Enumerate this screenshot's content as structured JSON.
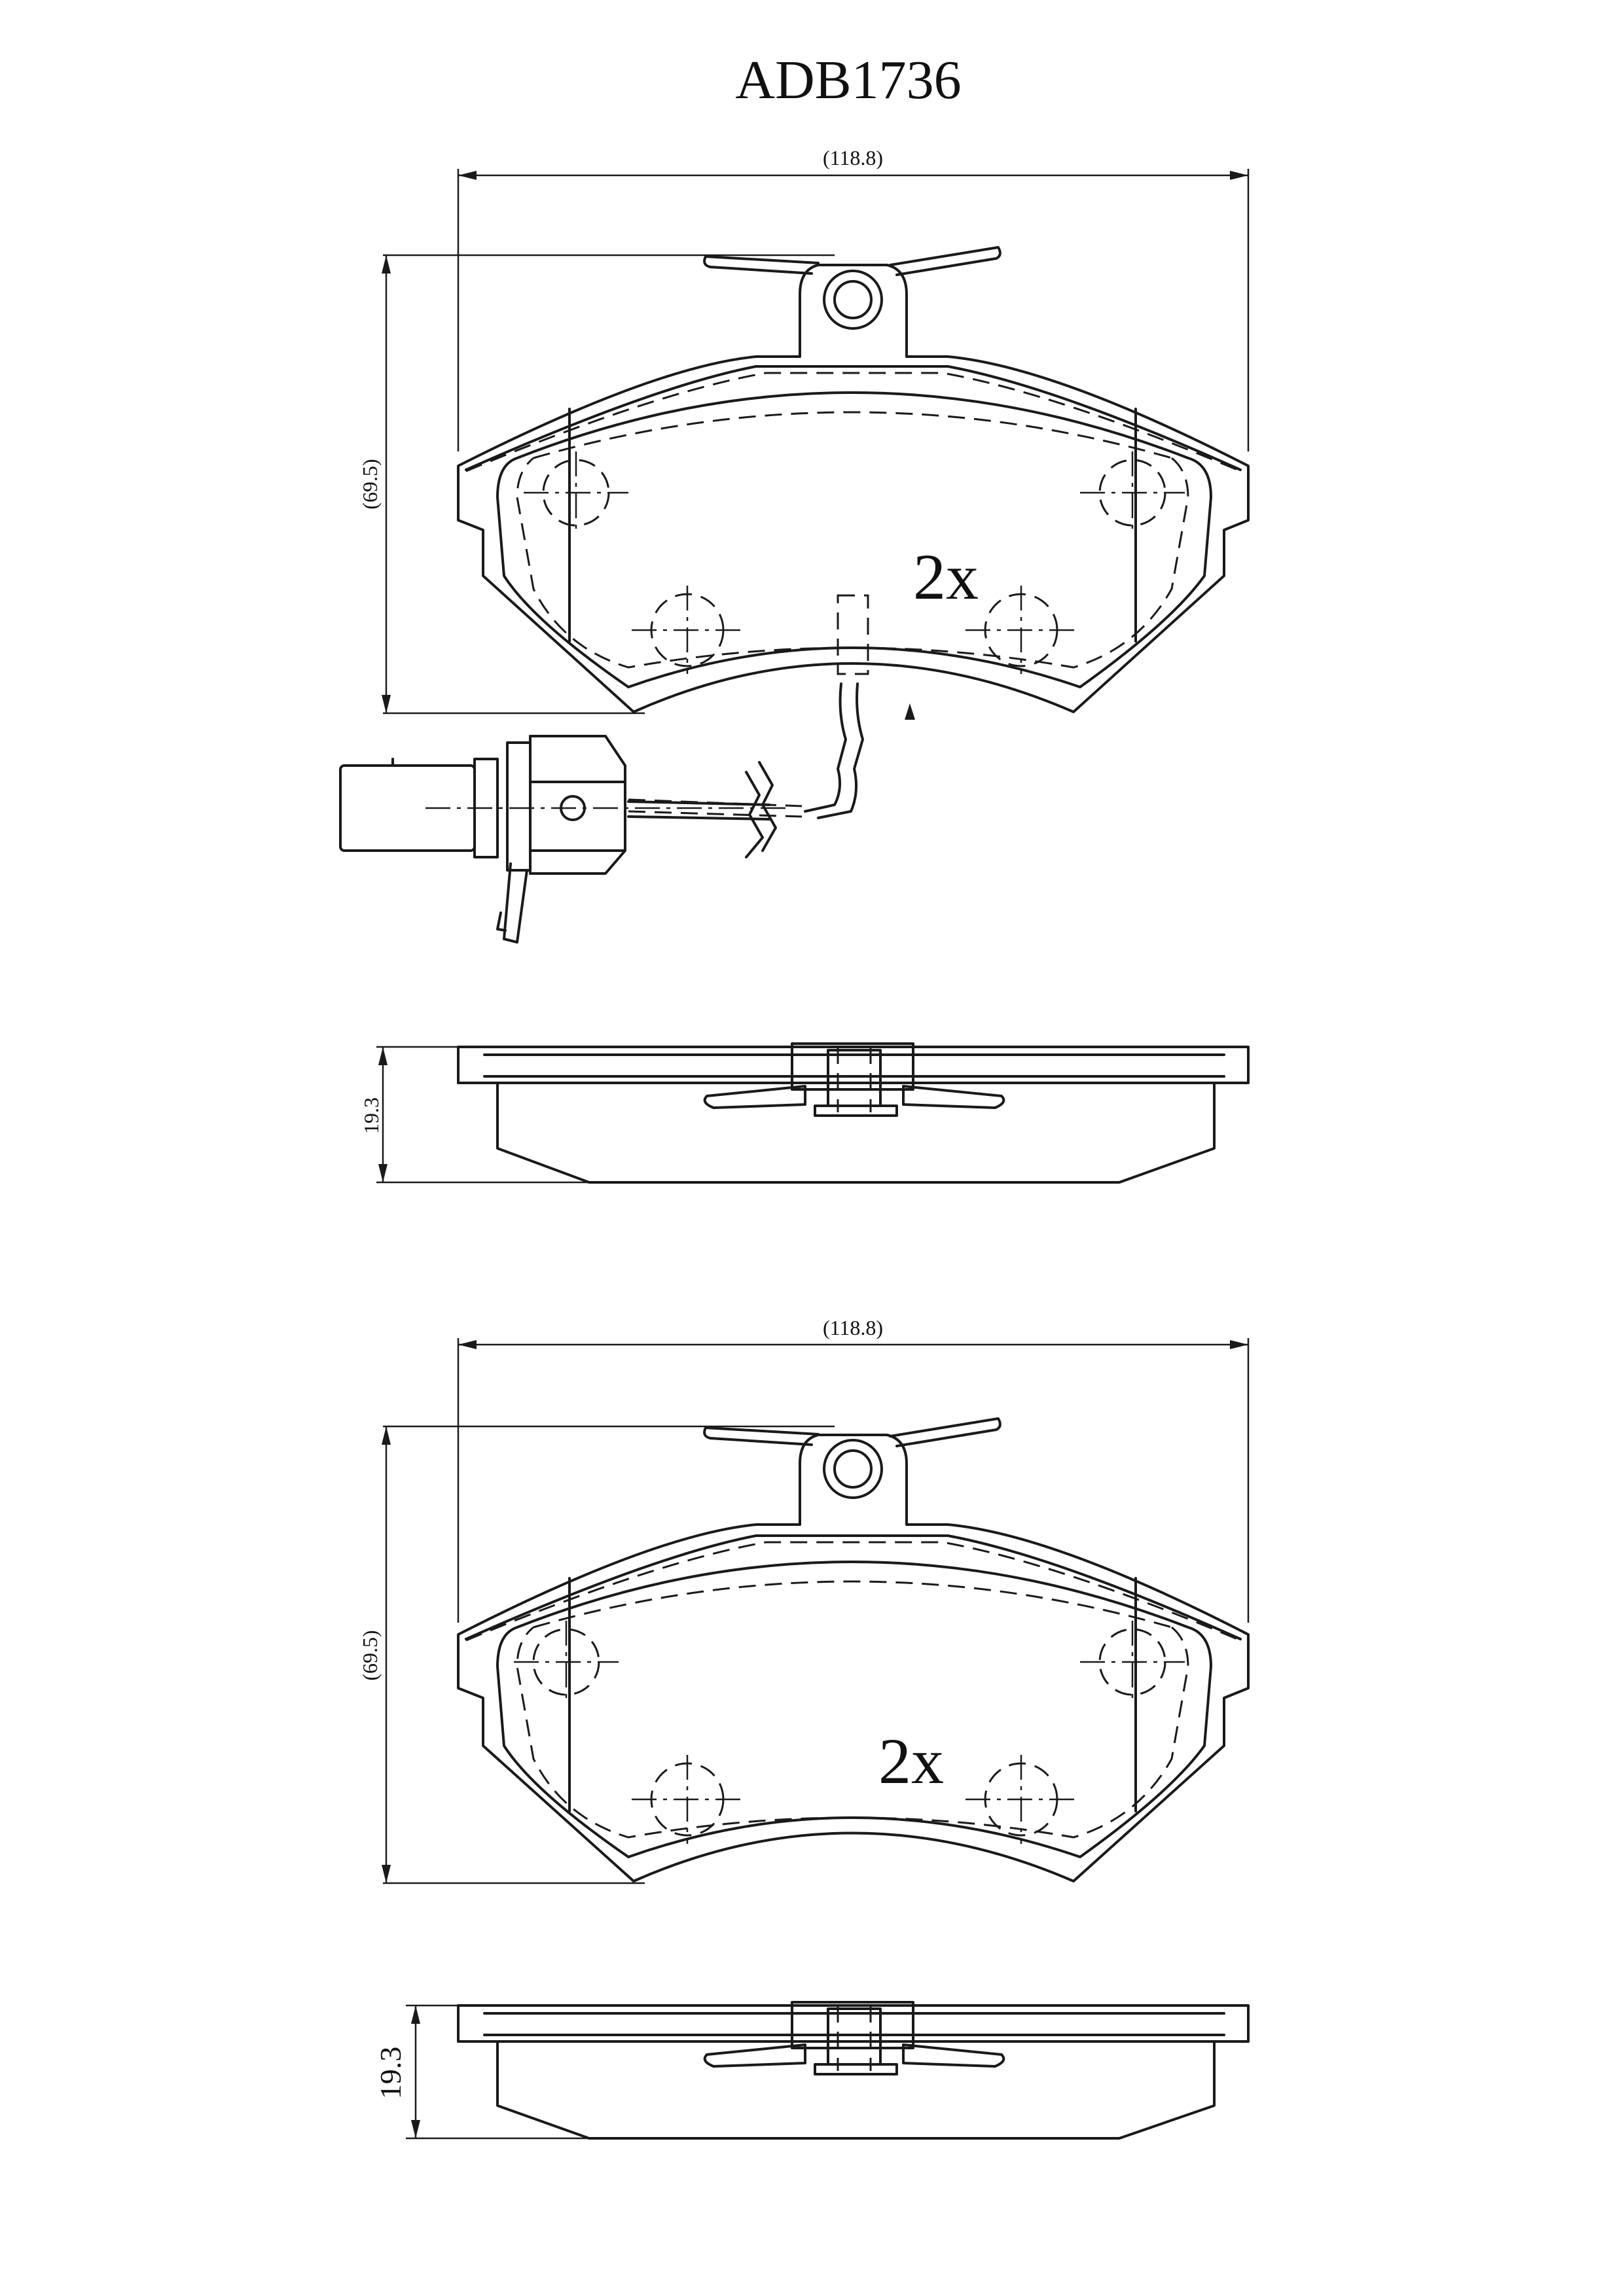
{
  "title": "ADB1736",
  "views": [
    {
      "width_label": "(118.8)",
      "height_label": "(69.5)",
      "quantity_label": "2x",
      "has_wear_sensor": true,
      "thickness_label": "19.3"
    },
    {
      "width_label": "(118.8)",
      "height_label": "(69.5)",
      "quantity_label": "2x",
      "has_wear_sensor": false,
      "thickness_label": "19.3"
    }
  ]
}
